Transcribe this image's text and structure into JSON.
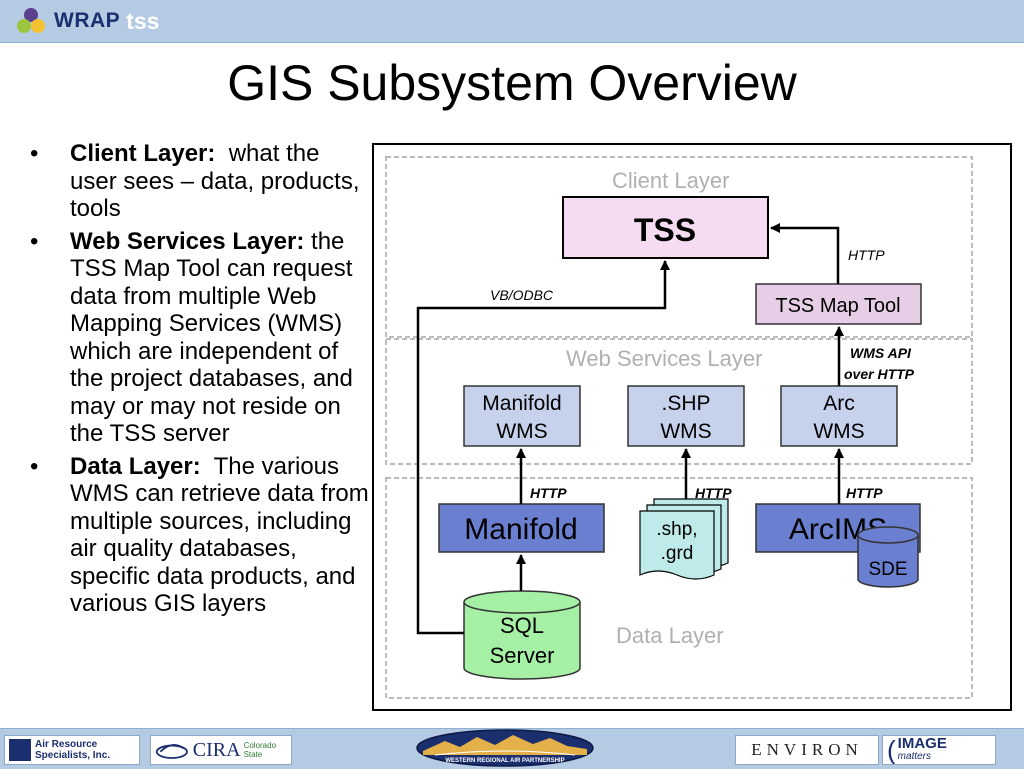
{
  "header": {
    "logo_text_1": "WRAP",
    "logo_text_2": "tss"
  },
  "title": "GIS Subsystem Overview",
  "bullets": [
    {
      "term": "Client Layer:",
      "text": "what the user sees – data, products, tools"
    },
    {
      "term": "Web Services Layer:",
      "text": "the TSS Map Tool can request data from multiple Web Mapping Services (WMS) which are independent of the project databases, and may or may not reside on the TSS server"
    },
    {
      "term": "Data Layer:",
      "text": "The various WMS can retrieve data from multiple sources, including air quality databases, specific data products, and various GIS layers"
    }
  ],
  "diagram": {
    "layers": {
      "client": "Client Layer",
      "web": "Web Services Layer",
      "data": "Data Layer"
    },
    "boxes": {
      "tss": "TSS",
      "map_tool": "TSS Map Tool",
      "manifold_wms_1": "Manifold",
      "manifold_wms_2": "WMS",
      "shp_wms_1": ".SHP",
      "shp_wms_2": "WMS",
      "arc_wms_1": "Arc",
      "arc_wms_2": "WMS",
      "manifold": "Manifold",
      "shp_files_1": ".shp,",
      "shp_files_2": ".grd",
      "arcims": "ArcIMS",
      "sde": "SDE",
      "sql_1": "SQL",
      "sql_2": "Server"
    },
    "labels": {
      "vbodbc": "VB/ODBC",
      "http_top": "HTTP",
      "wms_api_1": "WMS API",
      "wms_api_2": "over HTTP",
      "http_1": "HTTP",
      "http_2": "HTTP",
      "http_3": "HTTP"
    },
    "colors": {
      "tss_fill": "#f5dcf3",
      "map_tool_fill": "#e6cfe6",
      "wms_fill": "#c6d2ec",
      "data_fill": "#6a7fd0",
      "file_fill": "#bfeaea",
      "sql_fill": "#a6f0a6"
    }
  },
  "footer": {
    "arsi_1": "Air Resource",
    "arsi_2": "Specialists, Inc.",
    "cira": "CIRA",
    "cira_sub": "Colorado State",
    "wrap_banner": "WESTERN REGIONAL AIR PARTNERSHIP",
    "environ": "ENVIRON",
    "image_1": "IMAGE",
    "image_2": "matters"
  }
}
